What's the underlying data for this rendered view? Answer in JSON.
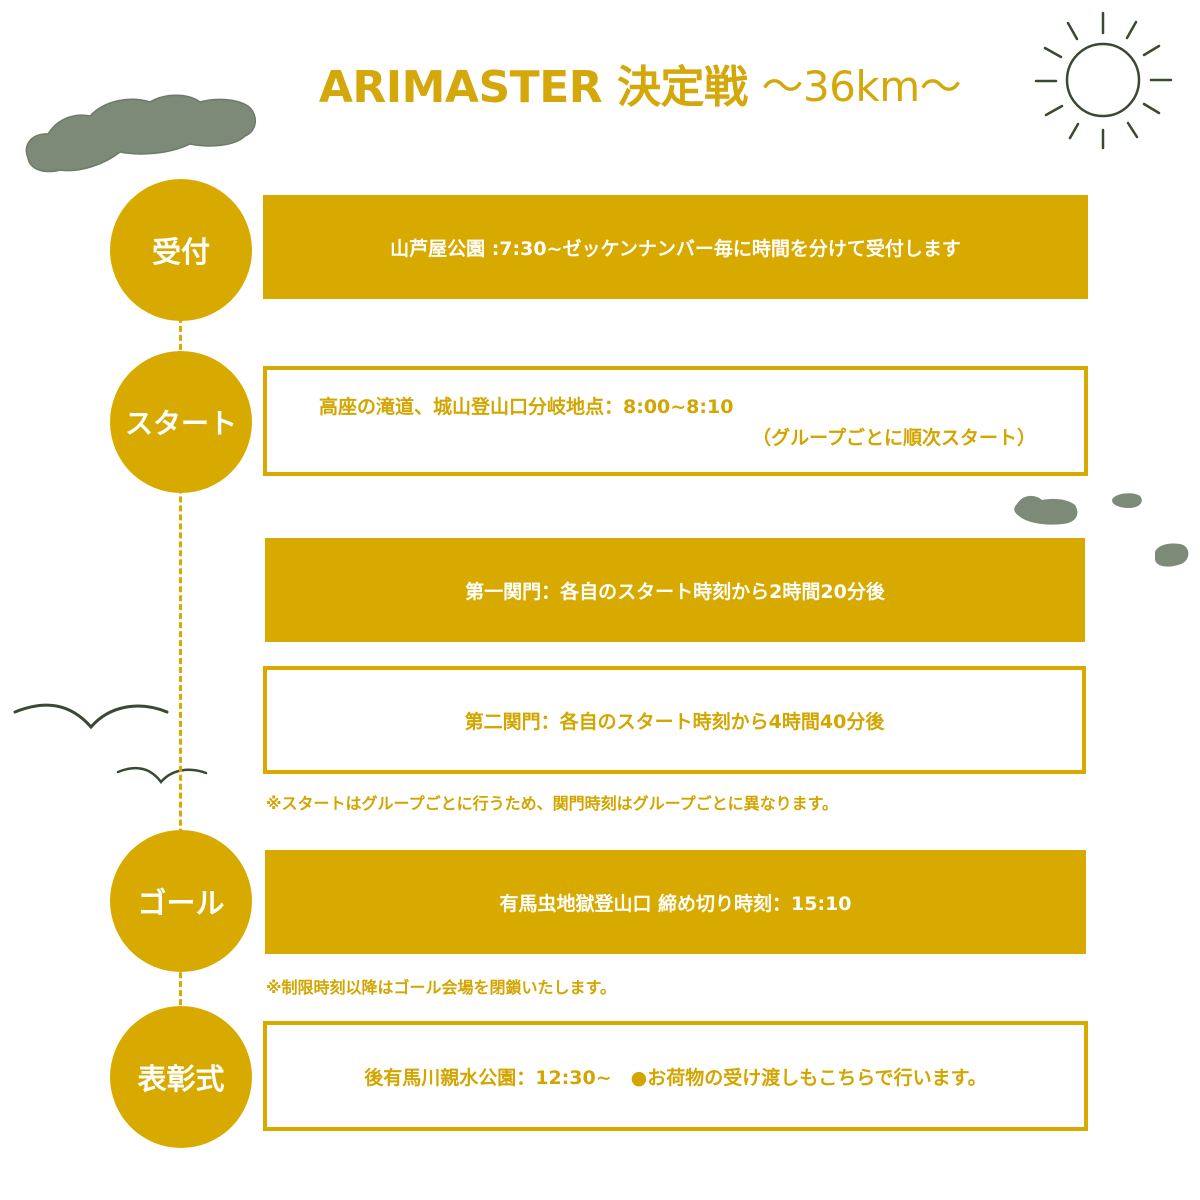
{
  "header": {
    "title": "ARIMASTER 決定戦",
    "distance": "～36km～"
  },
  "colors": {
    "accent": "#d8aa00",
    "text_on_accent": "#ffffff",
    "cloud": "#7d8a78",
    "line_art": "#3a4a30"
  },
  "decorations": {
    "icons": [
      "sun-icon",
      "cloud-icon",
      "small-cloud-icon",
      "bird-icon"
    ]
  },
  "steps": [
    {
      "label": "受付",
      "style": "filled",
      "lines": [
        "山芦屋公園 :7:30~ゼッケンナンバー毎に時間を分けて受付します"
      ]
    },
    {
      "label": "スタート",
      "style": "outlined",
      "lines": [
        "高座の滝道、城山登山口分岐地点：8:00~8:10",
        "（グループごとに順次スタート）"
      ]
    },
    {
      "label": "",
      "style": "filled",
      "lines": [
        "第一関門：各自のスタート時刻から2時間20分後"
      ]
    },
    {
      "label": "",
      "style": "outlined",
      "lines": [
        "第二関門：各自のスタート時刻から4時間40分後"
      ],
      "note": "※スタートはグループごとに行うため、関門時刻はグループごとに異なります。"
    },
    {
      "label": "ゴール",
      "style": "filled",
      "lines": [
        "有馬虫地獄登山口 締め切り時刻：15:10"
      ],
      "note": "※制限時刻以降はゴール会場を閉鎖いたします。"
    },
    {
      "label": "表彰式",
      "style": "outlined",
      "lines": [
        "後有馬川親水公園：12:30~　●お荷物の受け渡しもこちらで行います。"
      ]
    }
  ]
}
